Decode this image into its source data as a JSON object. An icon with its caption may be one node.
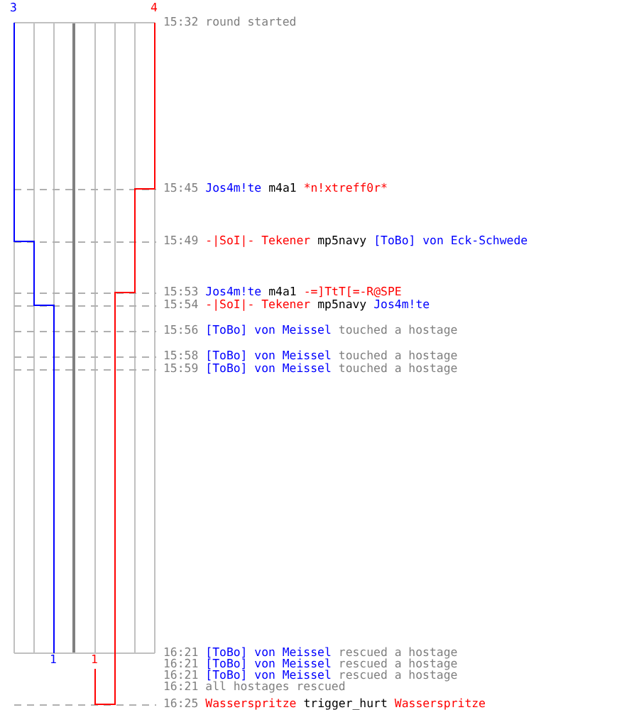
{
  "diagram": {
    "labels": [
      "3",
      "4",
      "15:32",
      "round started",
      "15:45",
      "Jos4m!te",
      "m4a1",
      "*n!xtreff0r*",
      "15:49",
      "-|SoI|- Tekener",
      "mp5navy",
      "[ToBo] von Eck-Schwede",
      "15:53",
      "Jos4m!te",
      "m4a1",
      "-=]TtT[=-R@SPE",
      "15:54",
      "-|SoI|- Tekener",
      "mp5navy",
      "Jos4m!te",
      "15:56",
      "[ToBo] von Meissel",
      "touched a hostage",
      "15:58",
      "[ToBo] von Meissel",
      "touched a hostage",
      "15:59",
      "[ToBo] von Meissel",
      "touched a hostage",
      "1",
      "1",
      "16:21",
      "[ToBo] von Meissel",
      "rescued a hostage",
      "16:21",
      "[ToBo] von Meissel",
      "rescued a hostage",
      "16:21",
      "[ToBo] von Meissel",
      "rescued a hostage",
      "16:21",
      "all hostages rescued",
      "16:25",
      "Wasserspritze",
      "trigger_hurt",
      "Wasserspritze"
    ]
  }
}
